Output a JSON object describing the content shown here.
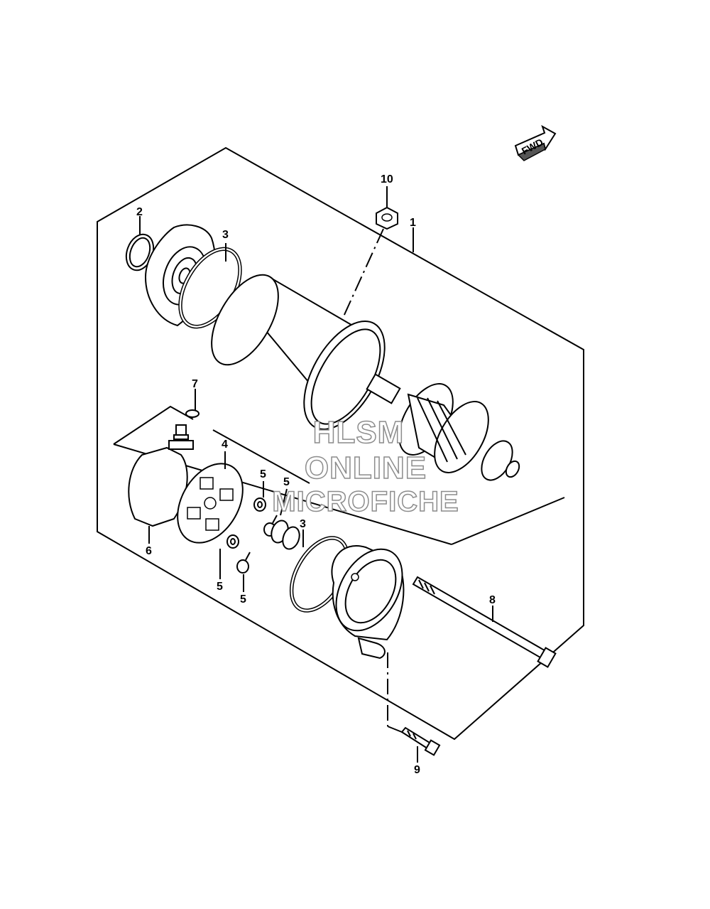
{
  "callouts": [
    {
      "id": "c1",
      "text": "1"
    },
    {
      "id": "c2",
      "text": "2"
    },
    {
      "id": "c3a",
      "text": "3"
    },
    {
      "id": "c3b",
      "text": "3"
    },
    {
      "id": "c4",
      "text": "4"
    },
    {
      "id": "c5a",
      "text": "5"
    },
    {
      "id": "c5b",
      "text": "5"
    },
    {
      "id": "c5c",
      "text": "5"
    },
    {
      "id": "c5d",
      "text": "5"
    },
    {
      "id": "c6",
      "text": "6"
    },
    {
      "id": "c7",
      "text": "7"
    },
    {
      "id": "c8",
      "text": "8"
    },
    {
      "id": "c9",
      "text": "9"
    },
    {
      "id": "c10",
      "text": "10"
    }
  ],
  "fwd_label": "FWD",
  "watermark": [
    "HLSM",
    "ONLINE",
    "MICROFICHE"
  ]
}
